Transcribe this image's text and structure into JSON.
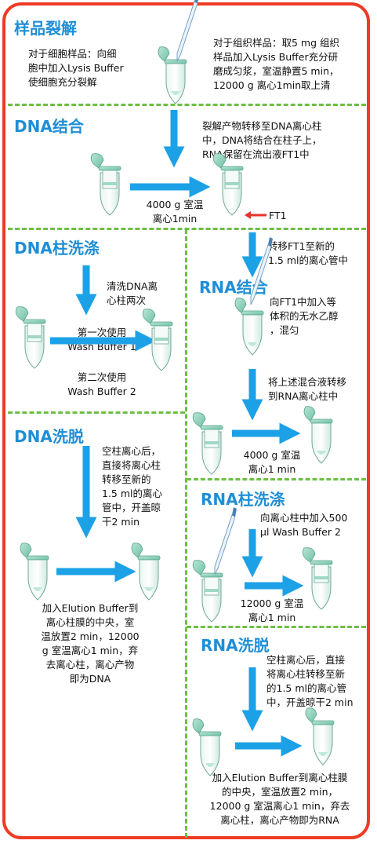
{
  "sections": {
    "sample_lysis": {
      "title": "样品裂解",
      "cell_text": "对于细胞样品：向细\n胞中加入Lysis Buffer\n使细胞充分裂解",
      "tissue_text": "对于组织样品：取5 mg 组织\n样品加入Lysis Buffer充分研\n磨成匀浆，室温静置5 min，\n12000 g 离心1min取上清"
    },
    "dna_binding": {
      "title": "DNA结合",
      "desc": "裂解产物转移至DNA离心柱\n中，DNA将结合在柱子上，\nRNA保留在流出液FT1中",
      "centrifuge": "4000 g 室温\n离心1min",
      "ft1_label": "FT1"
    },
    "dna_wash": {
      "title": "DNA柱洗涤",
      "desc": "清洗DNA离\n心柱两次",
      "first": "第一次使用\nWash Buffer 1",
      "second": "第二次使用\nWash Buffer 2"
    },
    "dna_elution": {
      "title": "DNA洗脱",
      "desc": "空柱离心后，\n直接将离心柱\n转移至新的\n1.5 ml的离心\n管中，开盖晾\n干2 min",
      "final": "加入Elution Buffer到\n离心柱膜的中央，室\n温放置2 min，12000\ng 室温离心1 min，弃\n去离心柱，离心产物\n即为DNA"
    },
    "rna_binding": {
      "title": "RNA结合",
      "transfer": "转移FT1至新的\n1.5 ml的离心管中",
      "ethanol": "向FT1中加入等\n体积的无水乙醇\n，混匀",
      "to_column": "将上述混合液转移\n到RNA离心柱中",
      "centrifuge": "4000 g 室温\n离心1 min"
    },
    "rna_wash": {
      "title": "RNA柱洗涤",
      "desc": "向离心柱中加入500\nµl Wash Buffer 2",
      "centrifuge": "12000 g 室温\n离心1 min"
    },
    "rna_elution": {
      "title": "RNA洗脱",
      "desc": "空柱离心后，直接\n将离心柱转移至新\n的1.5 ml的离心管\n中，开盖晾干2 min",
      "final": "加入Elution Buffer到离心柱膜\n的中央，室温放置2 min，\n12000 g 室温离心1 min，弃去\n离心柱，离心产物即为RNA"
    }
  },
  "colors": {
    "border": "#ef3b24",
    "title": "#1f8ed6",
    "arrow": "#1da1e6",
    "divider": "#6cbf45",
    "tube_cap": "#8fd3bd",
    "ft1_arrow": "#e8322a"
  },
  "icons": [
    "pipette-icon",
    "centrifuge-tube-icon",
    "spin-column-icon",
    "arrow-icon"
  ]
}
